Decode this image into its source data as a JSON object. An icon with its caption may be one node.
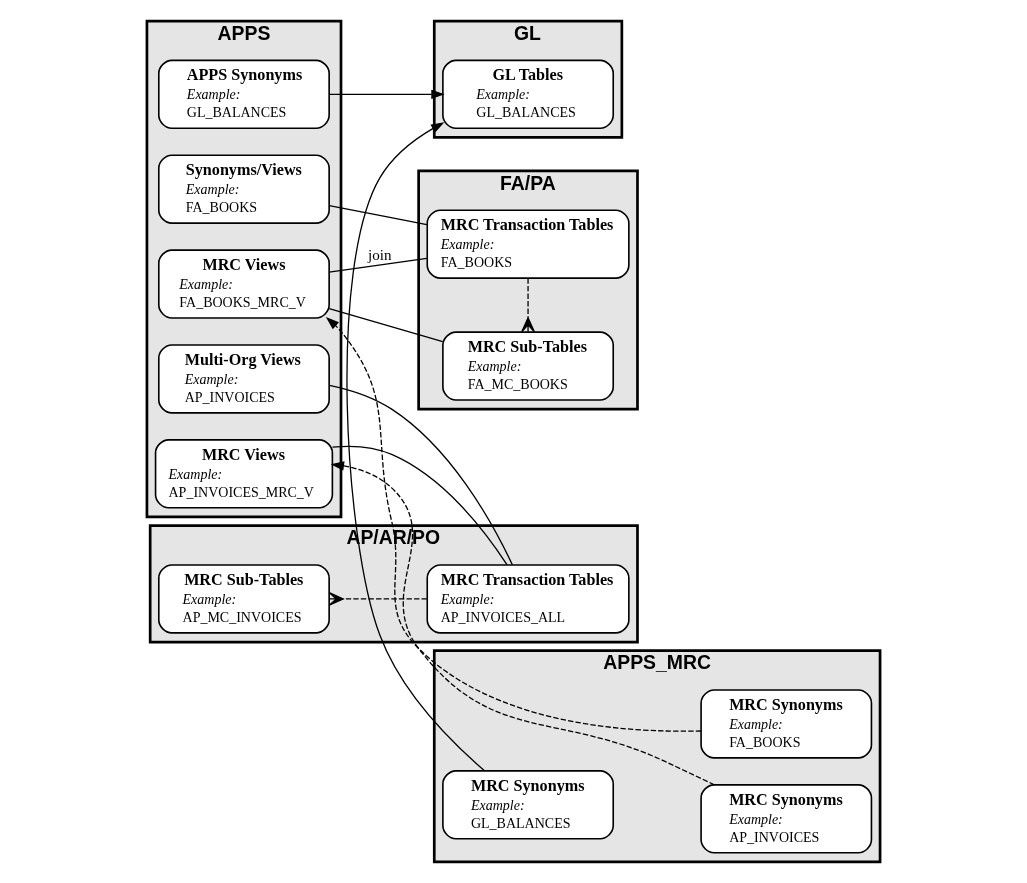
{
  "diagram": {
    "nodes": [
      {
        "text": [
          "APPS"
        ]
      },
      {
        "text": [
          "Multi-Org Views",
          "Example:",
          "AP_INVOICES"
        ],
        "in": 0
      },
      {
        "text": [
          "MRC Views",
          "Example:",
          "AP_INVOICES_MRC_V"
        ],
        "in": 0
      },
      {
        "text": [
          "APPS Synonyms",
          "Example:",
          "GL_BALANCES"
        ],
        "in": 0
      },
      {
        "text": [
          "Synonyms/Views",
          "Example:",
          "FA_BOOKS"
        ],
        "in": 0
      },
      {
        "text": [
          "MRC Views",
          "Example:",
          "FA_BOOKS_MRC_V"
        ],
        "in": 0
      },
      {
        "text": [
          "AP/AR/PO"
        ]
      },
      {
        "text": [
          "MRC Transaction Tables",
          "Example:",
          "AP_INVOICES_ALL"
        ],
        "in": 6
      },
      {
        "text": [
          "MRC Sub-Tables",
          "Example:",
          "AP_MC_INVOICES"
        ],
        "in": 6
      },
      {
        "text": [
          "GL"
        ]
      },
      {
        "text": [
          "GL Tables",
          "Example:",
          "GL_BALANCES"
        ],
        "in": 9
      },
      {
        "text": [
          "FA/PA"
        ]
      },
      {
        "text": [
          "MRC Transaction Tables",
          "Example:",
          "FA_BOOKS"
        ],
        "in": 11
      },
      {
        "text": [
          "MRC Sub-Tables",
          "Example:",
          "FA_MC_BOOKS"
        ],
        "in": 11
      },
      {
        "text": [
          "APPS_MRC"
        ]
      },
      {
        "text": [
          "MRC Synonyms",
          "Example:",
          "AP_INVOICES"
        ],
        "in": 14
      },
      {
        "text": [
          "MRC Synonyms",
          "Example:",
          "GL_BALANCES"
        ],
        "in": 14
      },
      {
        "text": [
          "MRC Synonyms",
          "Example:",
          "FA_BOOKS"
        ],
        "in": 14
      }
    ],
    "edges": [
      {
        "from": 1,
        "to": 7,
        "arrow": "none"
      },
      {
        "from": 2,
        "to": 7,
        "arrow": "none"
      },
      {
        "from": 7,
        "to": 8,
        "arrow": "other",
        "style": "dashed"
      },
      {
        "from": 15,
        "to": 2,
        "arrow": "to",
        "style": "dashed"
      },
      {
        "from": 3,
        "to": 10,
        "arrow": "to"
      },
      {
        "from": 16,
        "to": 10,
        "arrow": "to"
      },
      {
        "from": 4,
        "to": 12,
        "arrow": "none"
      },
      {
        "from": 5,
        "to": 12,
        "arrow": "none",
        "label": "join"
      },
      {
        "from": 5,
        "to": 13,
        "arrow": "none"
      },
      {
        "from": 12,
        "to": 13,
        "arrow": "other",
        "style": "dashed"
      },
      {
        "from": 17,
        "to": 5,
        "arrow": "to",
        "style": "dashed"
      }
    ]
  }
}
